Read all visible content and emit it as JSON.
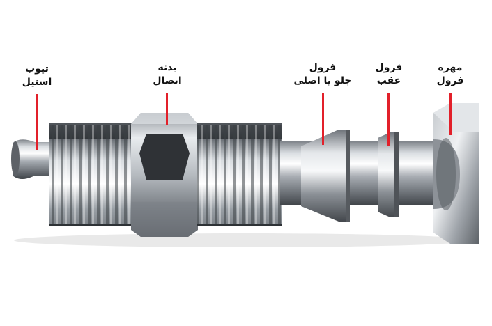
{
  "labels": {
    "tube": {
      "line1": "تیوب",
      "line2": "استیل"
    },
    "body": {
      "line1": "بدنه",
      "line2": "اتصال"
    },
    "front_ferrule": {
      "line1": "فرول",
      "line2": "جلو یا اصلی"
    },
    "back_ferrule": {
      "line1": "فرول",
      "line2": "عقب"
    },
    "nut": {
      "line1": "مهره",
      "line2": "فرول"
    }
  },
  "colors": {
    "leader_line": "#e2202a",
    "label_text": "#111111",
    "background": "#ffffff"
  }
}
